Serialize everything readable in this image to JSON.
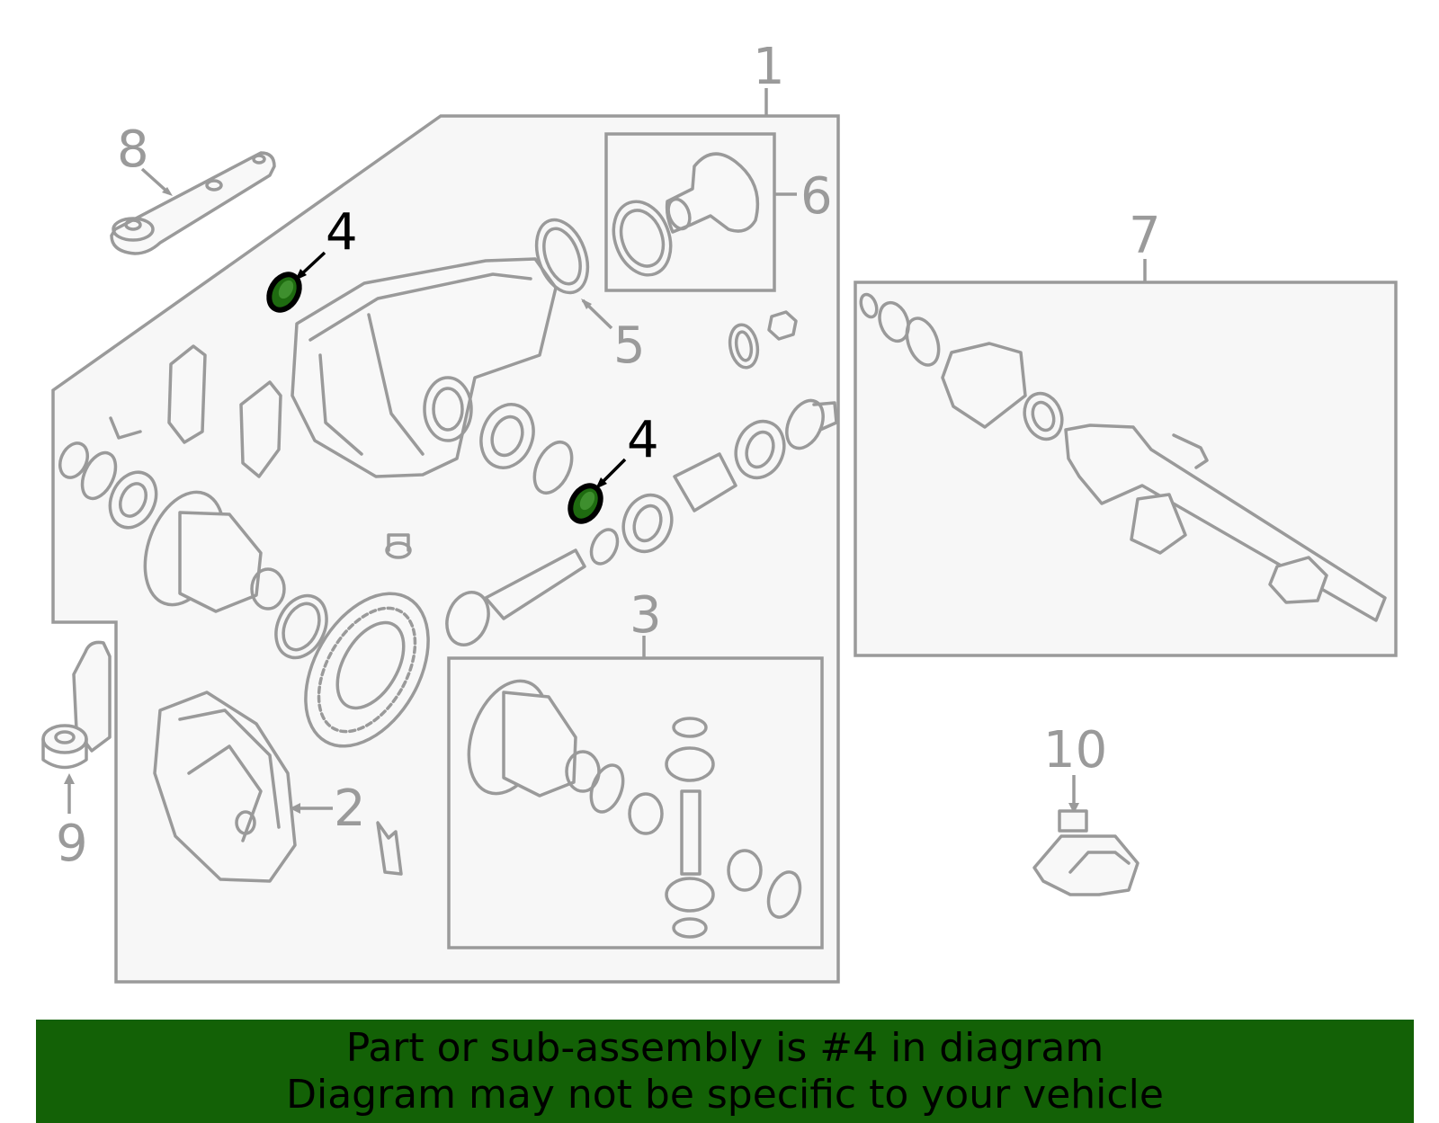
{
  "callouts": {
    "c1": "1",
    "c2": "2",
    "c3": "3",
    "c4a": "4",
    "c4b": "4",
    "c5": "5",
    "c6": "6",
    "c7": "7",
    "c8": "8",
    "c9": "9",
    "c10": "10"
  },
  "banner": {
    "line1": "Part or sub-assembly is #4 in diagram",
    "line2": "Diagram may not be specific to your vehicle"
  },
  "colors": {
    "highlight": "#1e6b10",
    "banner": "#136106",
    "line": "#9a9a9a"
  }
}
